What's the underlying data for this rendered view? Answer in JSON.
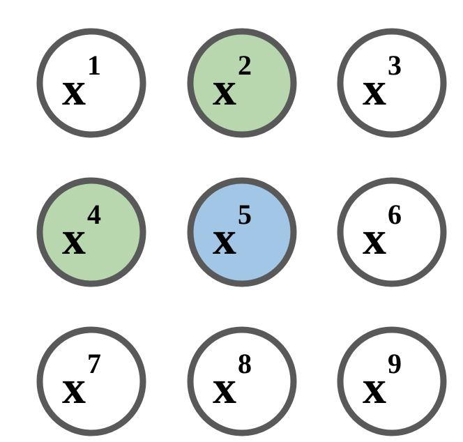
{
  "diagram": {
    "colors": {
      "border": "#595959",
      "default_fill": "#ffffff",
      "green_fill": "#b8d7ae",
      "blue_fill": "#a1c6e6"
    },
    "nodes": [
      {
        "id": "x1",
        "base": "x",
        "sup": "1",
        "fill": "#ffffff"
      },
      {
        "id": "x2",
        "base": "x",
        "sup": "2",
        "fill": "#b8d7ae"
      },
      {
        "id": "x3",
        "base": "x",
        "sup": "3",
        "fill": "#ffffff"
      },
      {
        "id": "x4",
        "base": "x",
        "sup": "4",
        "fill": "#b8d7ae"
      },
      {
        "id": "x5",
        "base": "x",
        "sup": "5",
        "fill": "#a1c6e6"
      },
      {
        "id": "x6",
        "base": "x",
        "sup": "6",
        "fill": "#ffffff"
      },
      {
        "id": "x7",
        "base": "x",
        "sup": "7",
        "fill": "#ffffff"
      },
      {
        "id": "x8",
        "base": "x",
        "sup": "8",
        "fill": "#ffffff"
      },
      {
        "id": "x9",
        "base": "x",
        "sup": "9",
        "fill": "#ffffff"
      }
    ]
  }
}
